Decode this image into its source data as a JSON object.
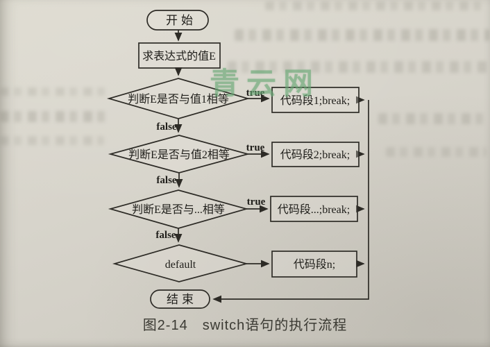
{
  "figure": {
    "caption": "图2-14　switch语句的执行流程",
    "watermark": "青云网"
  },
  "flowchart": {
    "start_label": "开始",
    "end_label": "结束",
    "expression_label": "求表达式的值E",
    "branch_true": "true",
    "branch_false": "false",
    "decisions": [
      {
        "condition": "判断E是否与值1相等",
        "action": "代码段1;break;"
      },
      {
        "condition": "判断E是否与值2相等",
        "action": "代码段2;break;"
      },
      {
        "condition": "判断E是否与...相等",
        "action": "代码段...;break;"
      },
      {
        "condition": "default",
        "action": "代码段n;"
      }
    ]
  }
}
